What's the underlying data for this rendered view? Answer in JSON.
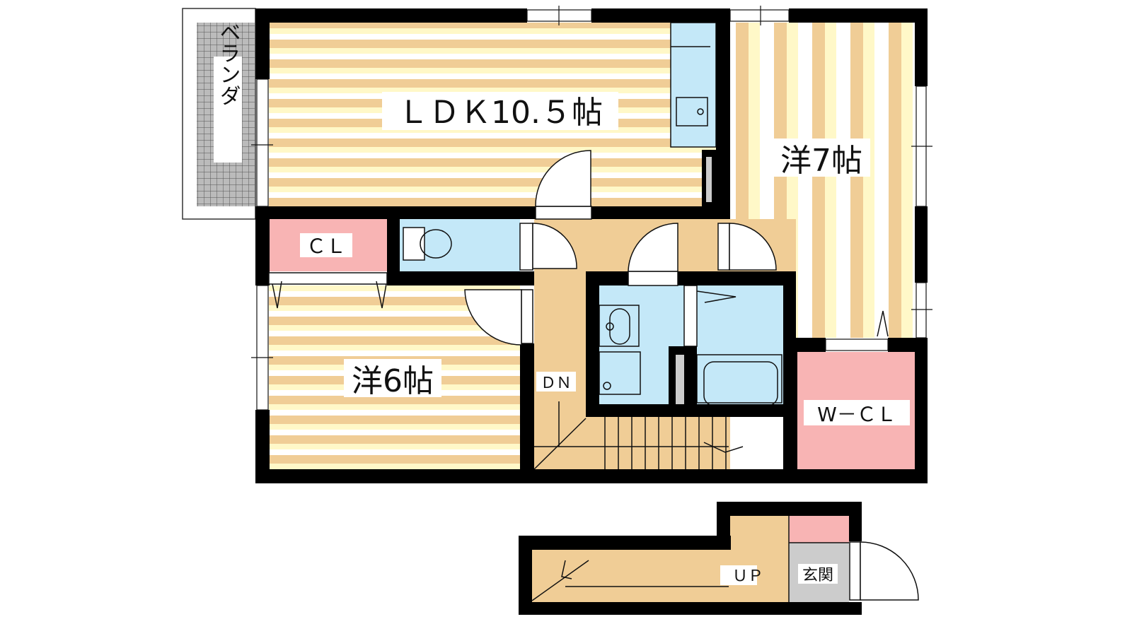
{
  "plan": {
    "rooms": {
      "ldk": "ＬＤＫ10.５帖",
      "western7": "洋7帖",
      "western6": "洋6帖",
      "closet": "ＣＬ",
      "walk_in_closet": "W－ＣＬ",
      "veranda": "ベランダ",
      "stairs_down": "ＤＮ",
      "stairs_up": "ＵＰ",
      "entrance": "玄関"
    },
    "colors": {
      "floor_wood": "#F0CD96",
      "floor_cream": "#FFF8C8",
      "wet_area": "#C4E8F8",
      "closet": "#F8B4B4",
      "entrance": "#CCCCCC",
      "wall": "#000000"
    }
  }
}
